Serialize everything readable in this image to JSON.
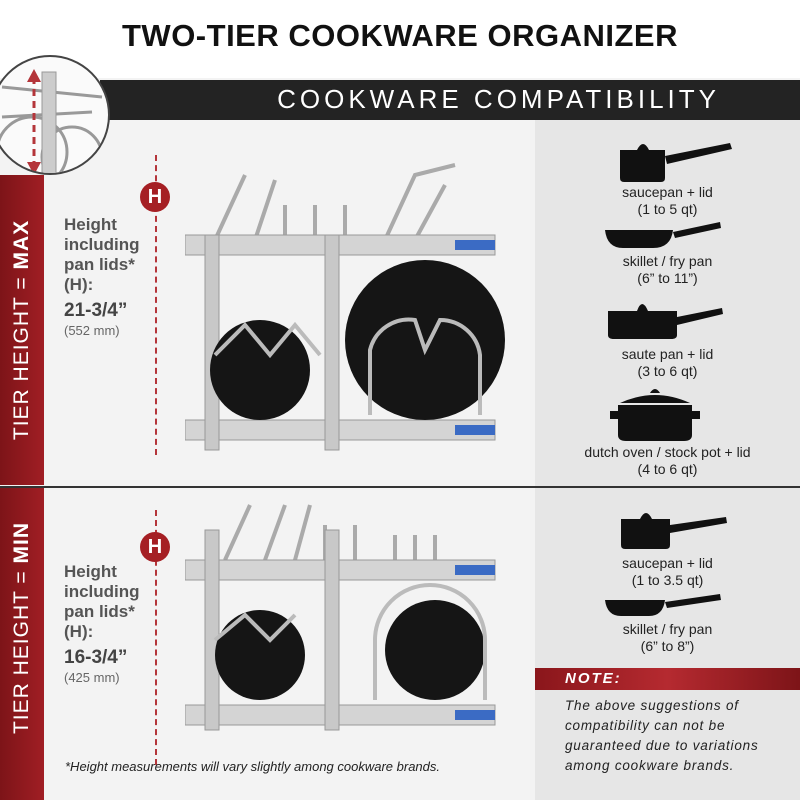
{
  "title": "TWO-TIER COOKWARE ORGANIZER",
  "banner": "COOKWARE COMPATIBILITY",
  "max_section": {
    "side_label_prefix": "TIER HEIGHT = ",
    "side_label_value": "MAX",
    "badge": "H",
    "line1": "Height",
    "line2": "including",
    "line3": "pan lids*",
    "line4": "(H):",
    "value": "21-3/4”",
    "metric": "(552 mm)",
    "cookware": [
      {
        "name": "saucepan + lid",
        "range": "(1 to 5 qt)"
      },
      {
        "name": "skillet / fry pan",
        "range": "(6” to 11”)"
      },
      {
        "name": "saute pan + lid",
        "range": "(3 to 6 qt)"
      },
      {
        "name": "dutch oven / stock pot + lid",
        "range": "(4 to 6 qt)"
      }
    ]
  },
  "min_section": {
    "side_label_prefix": "TIER HEIGHT = ",
    "side_label_value": "MIN",
    "badge": "H",
    "line1": "Height",
    "line2": "including",
    "line3": "pan lids*",
    "line4": "(H):",
    "value": "16-3/4”",
    "metric": "(425 mm)",
    "cookware": [
      {
        "name": "saucepan + lid",
        "range": "(1 to 3.5 qt)"
      },
      {
        "name": "skillet / fry pan",
        "range": "(6” to 8”)"
      }
    ]
  },
  "note": {
    "label": "NOTE:",
    "text": "The above suggestions of compatibility can not be guaranteed due to variations among cookware brands."
  },
  "footnote": "*Height measurements will vary slightly among cookware brands.",
  "colors": {
    "accent": "#a51f24",
    "band": "#232323",
    "panel": "#e6e6e6"
  }
}
